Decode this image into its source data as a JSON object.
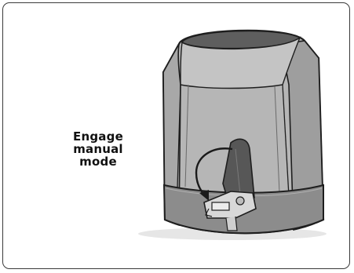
{
  "panel": {
    "instruction_lines": [
      "Engage",
      "manual",
      "mode"
    ]
  },
  "illustration": {
    "subject": "gate-motor-unit",
    "colors": {
      "housing_light": "#b8b8b8",
      "housing_mid": "#a3a3a3",
      "housing_top": "#5e5e5e",
      "base_band": "#8d8d8d",
      "lever": "#555555",
      "outline": "#1e1e1e"
    }
  }
}
